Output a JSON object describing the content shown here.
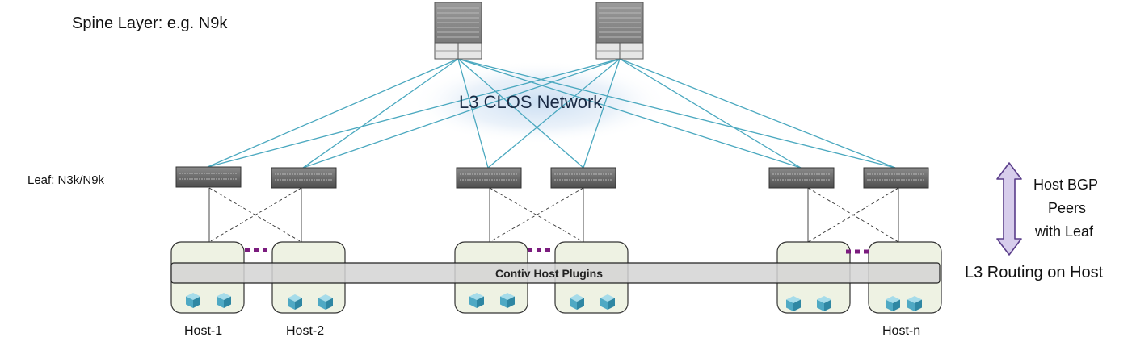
{
  "labels": {
    "spine": "Spine Layer: e.g. N9k",
    "leaf": "Leaf: N3k/N9k",
    "network": "L3 CLOS Network",
    "plugin_bar": "Contiv Host Plugins",
    "bgp_line1": "Host BGP",
    "bgp_line2": "Peers",
    "bgp_line3": "with Leaf",
    "routing": "L3 Routing on Host"
  },
  "hosts": [
    {
      "label": "Host-1"
    },
    {
      "label": "Host-2"
    },
    {
      "label": ""
    },
    {
      "label": ""
    },
    {
      "label": ""
    },
    {
      "label": "Host-n"
    }
  ],
  "colors": {
    "link": "#4aa8bf",
    "cloud": "#cfdff3",
    "host_fill": "#eef2e3",
    "plugin_bar": "#d4d4d4",
    "dots": "#7b1c7e",
    "arrow_fill": "#d7cdec",
    "arrow_stroke": "#5a3d8a",
    "container": "#6cc0d6"
  }
}
